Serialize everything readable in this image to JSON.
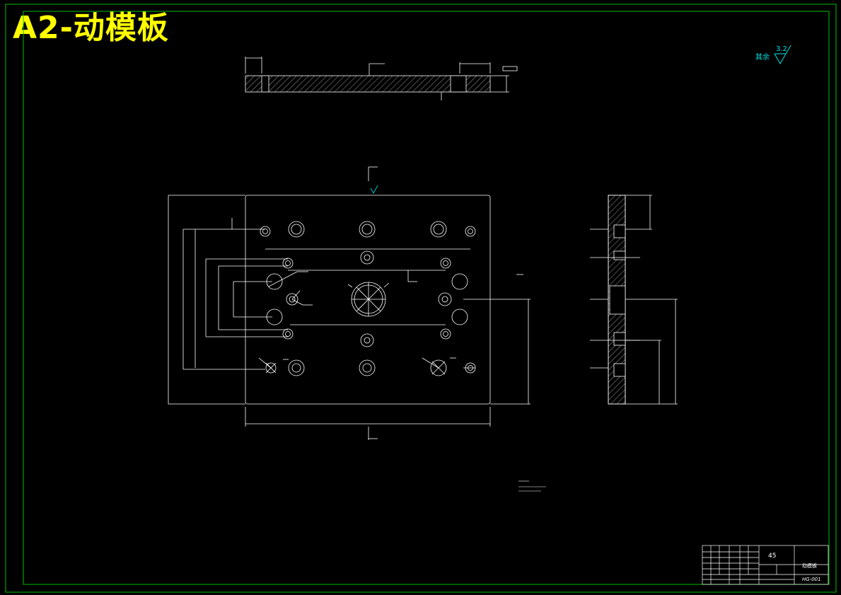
{
  "drawing": {
    "title": "A2-动模板",
    "surface_finish": {
      "label": "其余",
      "value": "3.2"
    },
    "title_block": {
      "material": "45",
      "part_name": "动模板",
      "drawing_no": "HG-001"
    },
    "colors": {
      "frame": "#00c000",
      "lines": "#ffffff",
      "annotation": "#00e5e5",
      "title": "#ffff00"
    }
  }
}
